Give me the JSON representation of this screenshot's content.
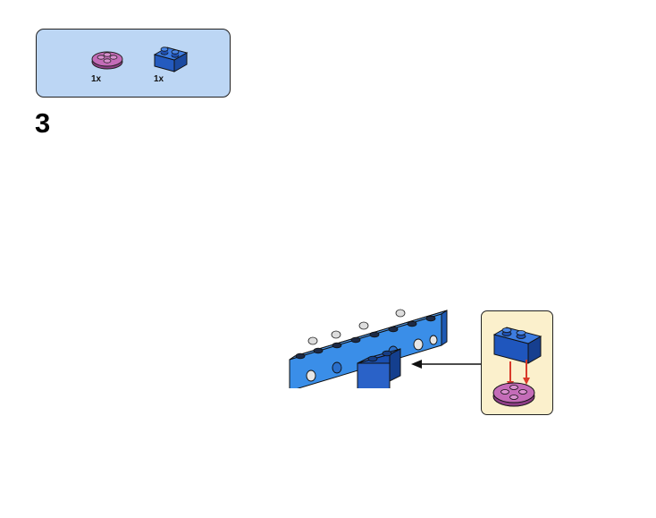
{
  "step": {
    "number": "3"
  },
  "parts_list": {
    "parts": [
      {
        "name": "round-plate",
        "color": "#b55aa8",
        "count": "1x"
      },
      {
        "name": "brick-1x2",
        "color": "#2e6ad0",
        "count": "1x"
      }
    ]
  },
  "colors": {
    "parts_box_bg": "#bcd6f4",
    "callout_bg": "#fbf0cc",
    "brick_blue": "#2e6ad0",
    "beam_blue": "#3a8ee8",
    "plate_purple": "#b55aa8",
    "assembly_arrow": "#d93a2a"
  }
}
